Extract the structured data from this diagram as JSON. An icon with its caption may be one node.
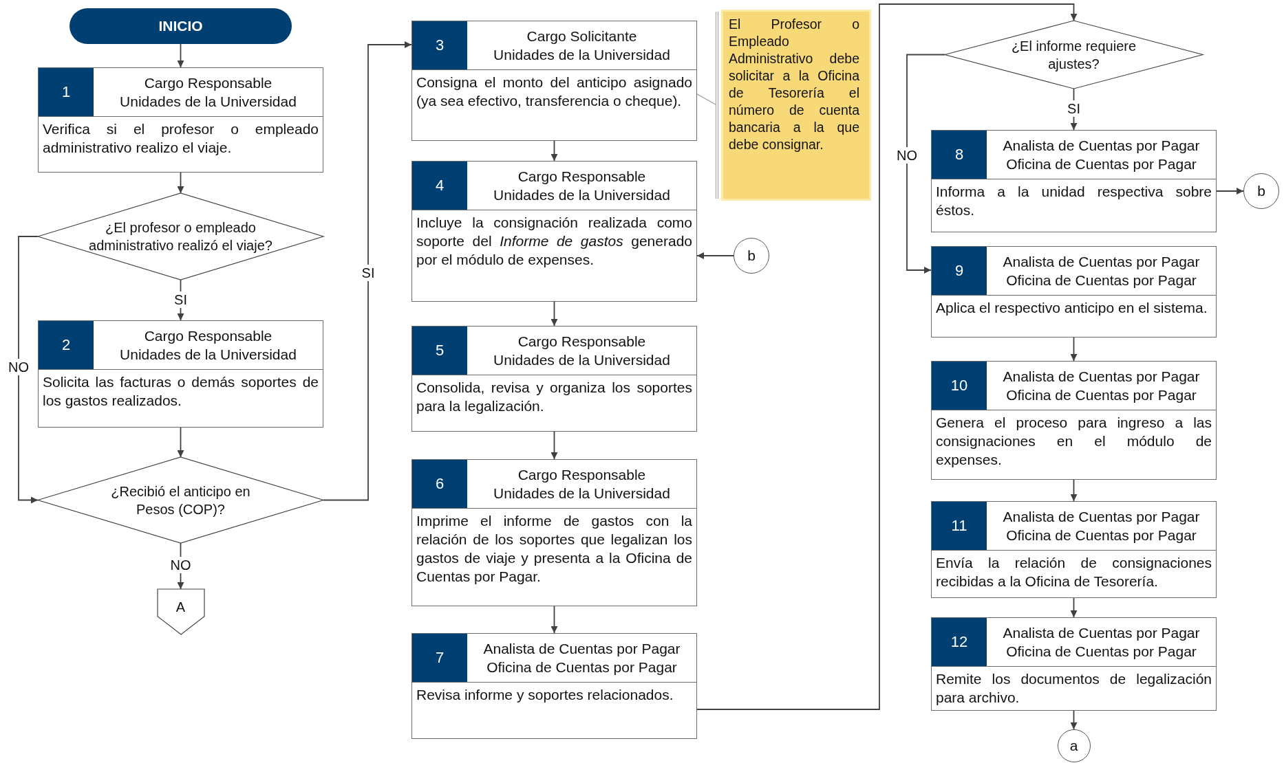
{
  "diagram": {
    "nodes": [
      {
        "text": [
          "INICIO"
        ]
      },
      {
        "text": [
          "1",
          "Cargo Responsable",
          "Unidades de la Universidad",
          "Verifica si el profesor o empleado administrativo realizo el viaje."
        ]
      },
      {
        "text": [
          "¿El profesor o empleado administrativo realizó el viaje?"
        ]
      },
      {
        "text": [
          "2",
          "Cargo Responsable",
          "Unidades de la Universidad",
          "Solicita las facturas o demás soportes de los gastos realizados."
        ]
      },
      {
        "text": [
          "¿Recibió el anticipo en Pesos (COP)?"
        ]
      },
      {
        "text": [
          "A"
        ]
      },
      {
        "text": [
          "3",
          "Cargo Solicitante",
          "Unidades de la Universidad",
          "Consigna el monto del anticipo asignado (ya sea efectivo, transferencia o cheque)."
        ]
      },
      {
        "text": [
          "4",
          "Cargo Responsable",
          "Unidades de la Universidad",
          "Incluye la consignación realizada como soporte del *Informe de gastos* generado por el módulo de expenses."
        ]
      },
      {
        "text": [
          "5",
          "Cargo Responsable",
          "Unidades de la Universidad",
          "Consolida, revisa y organiza los soportes para la legalización."
        ]
      },
      {
        "text": [
          "6",
          "Cargo Responsable",
          "Unidades de la Universidad",
          "Imprime el informe de gastos con la relación de los soportes que legalizan los gastos de viaje y presenta a la Oficina de Cuentas por Pagar."
        ]
      },
      {
        "text": [
          "7",
          "Analista de Cuentas por Pagar",
          "Oficina de Cuentas por Pagar",
          "Revisa informe y soportes relacionados."
        ]
      },
      {
        "text": [
          "El Profesor o Empleado Administrativo debe solicitar a la Oficina de Tesorería el número de cuenta bancaria a la que debe consignar."
        ]
      },
      {
        "text": [
          "b"
        ]
      },
      {
        "text": [
          "¿El informe requiere ajustes?"
        ]
      },
      {
        "text": [
          "8",
          "Analista de Cuentas por Pagar",
          "Oficina de Cuentas por Pagar",
          "Informa a la unidad respectiva sobre éstos."
        ]
      },
      {
        "text": [
          "b"
        ]
      },
      {
        "text": [
          "9",
          "Analista de Cuentas por Pagar",
          "Oficina de Cuentas por Pagar",
          "Aplica el respectivo anticipo en el sistema."
        ]
      },
      {
        "text": [
          "10",
          "Analista de Cuentas por Pagar",
          "Oficina de Cuentas por Pagar",
          "Genera el proceso para ingreso a las consignaciones en el módulo de expenses."
        ]
      },
      {
        "text": [
          "11",
          "Analista de Cuentas por Pagar",
          "Oficina de Cuentas por Pagar",
          "Envía la relación de consignaciones recibidas a la Oficina de Tesorería."
        ]
      },
      {
        "text": [
          "12",
          "Analista de Cuentas por Pagar",
          "Oficina de Cuentas por Pagar",
          "Remite los documentos de legalización para archivo."
        ]
      },
      {
        "text": [
          "a"
        ]
      }
    ],
    "edges": [
      {
        "from": 0,
        "to": 1,
        "arrow": "to"
      },
      {
        "from": 1,
        "to": 2,
        "arrow": "to"
      },
      {
        "from": 2,
        "to": 3,
        "arrow": "to",
        "label": "SI"
      },
      {
        "from": 2,
        "to": 4,
        "arrow": "to",
        "label": "NO"
      },
      {
        "from": 3,
        "to": 4,
        "arrow": "to"
      },
      {
        "from": 4,
        "to": 5,
        "arrow": "to",
        "label": "NO"
      },
      {
        "from": 4,
        "to": 6,
        "arrow": "to",
        "label": "SI"
      },
      {
        "from": 6,
        "to": 7,
        "arrow": "to"
      },
      {
        "from": 12,
        "to": 7,
        "arrow": "to"
      },
      {
        "from": 7,
        "to": 8,
        "arrow": "to"
      },
      {
        "from": 8,
        "to": 9,
        "arrow": "to"
      },
      {
        "from": 9,
        "to": 10,
        "arrow": "to"
      },
      {
        "from": 10,
        "to": 13,
        "arrow": "to"
      },
      {
        "from": 11,
        "to": 6,
        "arrow": "none",
        "color": "#999999"
      },
      {
        "from": 13,
        "to": 14,
        "arrow": "to",
        "label": "SI"
      },
      {
        "from": 13,
        "to": 16,
        "arrow": "to",
        "label": "NO"
      },
      {
        "from": 14,
        "to": 15,
        "arrow": "to"
      },
      {
        "from": 16,
        "to": 17,
        "arrow": "to"
      },
      {
        "from": 17,
        "to": 18,
        "arrow": "to"
      },
      {
        "from": 18,
        "to": 19,
        "arrow": "to"
      },
      {
        "from": 19,
        "to": 20,
        "arrow": "to"
      }
    ]
  }
}
